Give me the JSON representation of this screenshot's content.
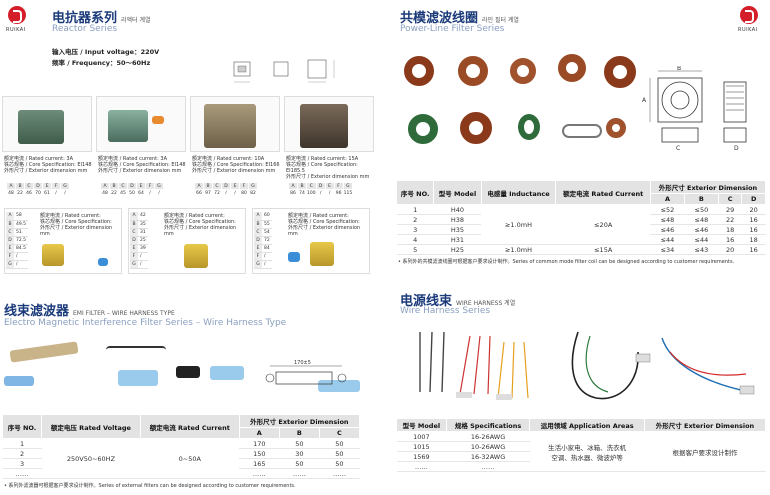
{
  "reactor": {
    "title_zh": "电抗器系列",
    "title_ko": "리액터 계열",
    "title_en": "Reactor Series",
    "input_voltage": "输入电压 / Input voltage：220V",
    "frequency": "频率 / Frequency：50～60Hz",
    "letter_labels": [
      "A",
      "B",
      "C",
      "D",
      "E",
      "F",
      "G"
    ],
    "cards": [
      {
        "l1": "额定电流 / Rated current: 3A",
        "l2": "铁芯规格 / Core Specification: EI148",
        "l3": "外形尺寸 / Exterior dimension mm",
        "vals": [
          "48",
          "22",
          "46",
          "70",
          "61",
          "/",
          "/"
        ]
      },
      {
        "l1": "额定电流 / Rated current: 3A",
        "l2": "铁芯规格 / Core Specification: EI148",
        "l3": "外形尺寸 / Exterior dimension mm",
        "vals": [
          "48",
          "22",
          "45",
          "50",
          "64",
          "/",
          "/"
        ]
      },
      {
        "l1": "额定电流 / Rated current: 10A",
        "l2": "铁芯规格 / Core Specification: EI166",
        "l3": "外形尺寸 / Exterior dimension mm",
        "vals": [
          "66",
          "97",
          "72",
          "/",
          "/",
          "80",
          "82"
        ]
      },
      {
        "l1": "额定电流 / Rated current: 15A",
        "l2": "铁芯规格 / Core Specification: EI185.5",
        "l3": "外形尺寸 / Exterior dimension mm",
        "vals": [
          "86",
          "74",
          "100",
          "/",
          "/",
          "96",
          "115"
        ]
      }
    ],
    "lower_cards": [
      {
        "l1": "额定电流 / Rated current:",
        "l2": "铁芯规格 / Core Specification:",
        "l3": "外形尺寸 / Exterior dimension",
        "l4": "mm",
        "rows": [
          [
            "A",
            "58"
          ],
          [
            "B",
            "49.5"
          ],
          [
            "C",
            "51"
          ],
          [
            "D",
            "72.5"
          ],
          [
            "E",
            "84.5"
          ],
          [
            "F",
            "/"
          ],
          [
            "G",
            "/"
          ]
        ]
      },
      {
        "l1": "额定电流 / Rated current:",
        "l2": "铁芯规格 / Core Specification:",
        "l3": "外形尺寸 / Exterior dimension",
        "l4": "mm",
        "rows": [
          [
            "A",
            "42"
          ],
          [
            "B",
            "35"
          ],
          [
            "C",
            "31"
          ],
          [
            "D",
            "25"
          ],
          [
            "E",
            "39"
          ],
          [
            "F",
            "/"
          ],
          [
            "G",
            "/"
          ]
        ]
      },
      {
        "l1": "额定电流 / Rated current:",
        "l2": "铁芯规格 / Core Specification:",
        "l3": "外形尺寸 / Exterior dimension",
        "l4": "mm",
        "rows": [
          [
            "A",
            "60"
          ],
          [
            "B",
            "55"
          ],
          [
            "C",
            "54"
          ],
          [
            "D",
            "72"
          ],
          [
            "E",
            "84"
          ],
          [
            "F",
            "/"
          ],
          [
            "G",
            "/"
          ]
        ]
      }
    ]
  },
  "powerline": {
    "title_zh": "共模滤波线圈",
    "title_ko": "라인 필터 계열",
    "title_en": "Power-Line Filter Series",
    "dim_letters": [
      "A",
      "B",
      "C",
      "D"
    ],
    "headers": {
      "no": "序号 NO.",
      "model": "型号 Model",
      "inductance": "电感量 Inductance",
      "current": "额定电流 Rated Current",
      "dim": "外形尺寸 Exterior Dimension"
    },
    "rows": [
      {
        "no": "1",
        "model": "H40",
        "a": "≤52",
        "b": "≤50",
        "c": "29",
        "d": "20"
      },
      {
        "no": "2",
        "model": "H38",
        "a": "≤48",
        "b": "≤48",
        "c": "22",
        "d": "16"
      },
      {
        "no": "3",
        "model": "H35",
        "a": "≤46",
        "b": "≤46",
        "c": "18",
        "d": "16"
      },
      {
        "no": "4",
        "model": "H31",
        "a": "≤44",
        "b": "≤44",
        "c": "16",
        "d": "18"
      },
      {
        "no": "5",
        "model": "H25",
        "a": "≤34",
        "b": "≤43",
        "c": "20",
        "d": "16"
      }
    ],
    "inductance_merged": "≥1.0mH",
    "current_merged": "≤20A",
    "inductance_row5": "≥1.0mH",
    "current_row5": "≤15A",
    "note": "• 系列外的共模滤波线圈可根据客户要求设计制作。Series of common mode filter coil can be designed according to customer requirements."
  },
  "emi": {
    "title_zh": "线束滤波器",
    "title_sub": "EMI FILTER – WIRE HARNESS TYPE",
    "title_en": "Electro Magnetic Interference Filter Series – Wire Harness Type",
    "headers": {
      "no": "序号 NO.",
      "voltage": "额定电压 Rated Voltage",
      "current": "额定电流 Rated Current",
      "dim": "外形尺寸 Exterior Dimension"
    },
    "dim_letters": [
      "A",
      "B",
      "C"
    ],
    "rows": [
      {
        "no": "1",
        "a": "170",
        "b": "50",
        "c": "50"
      },
      {
        "no": "2",
        "a": "150",
        "b": "30",
        "c": "50"
      },
      {
        "no": "3",
        "a": "165",
        "b": "50",
        "c": "50"
      },
      {
        "no": "……",
        "a": "……",
        "b": "……",
        "c": "……"
      }
    ],
    "voltage_merged": "250V50~60HZ",
    "current_merged": "0~50A",
    "drawing_label": "170±5",
    "note": "• 系列外滤波器可根据客户要求设计制作。Series of external filters can be designed according to customer requirements."
  },
  "harness": {
    "title_zh": "电源线束",
    "title_sub": "WIRE HARNESS 계열",
    "title_en": "Wire Harness Series",
    "headers": {
      "model": "型号 Model",
      "spec": "规格 Specifications",
      "area": "运用领域 Application Areas",
      "dim": "外形尺寸 Exterior Dimension"
    },
    "rows": [
      {
        "model": "1007",
        "spec": "16-26AWG"
      },
      {
        "model": "1015",
        "spec": "10-26AWG"
      },
      {
        "model": "1569",
        "spec": "16-32AWG"
      },
      {
        "model": "……",
        "spec": "……"
      }
    ],
    "area_merged_1": "生活小家电、冰箱、洗衣机",
    "area_merged_2": "空调、热水器、微波炉等",
    "dim_merged": "根据客户要求设计制作"
  },
  "logo": {
    "text": "RUIKAI"
  },
  "colors": {
    "title": "#1a3a7a",
    "subtitle": "#8a9fc0",
    "logo": "#d41f2b",
    "header_bg": "#e3e3e3"
  }
}
